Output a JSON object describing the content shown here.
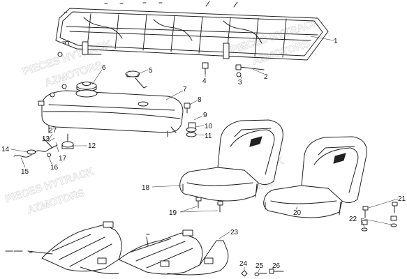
{
  "diagram": {
    "callouts": [
      "1",
      "2",
      "3",
      "4",
      "5",
      "6",
      "7",
      "8",
      "9",
      "10",
      "11",
      "12",
      "13",
      "14",
      "15",
      "16",
      "17",
      "18",
      "19",
      "20",
      "21",
      "22",
      "23",
      "24",
      "25",
      "26",
      "27"
    ],
    "watermarks": [
      "PIECES HYTRACK",
      "AZMOTORS"
    ]
  },
  "colors": {
    "line": "#222222",
    "watermark": "#d8d8d8",
    "background": "#ffffff"
  }
}
